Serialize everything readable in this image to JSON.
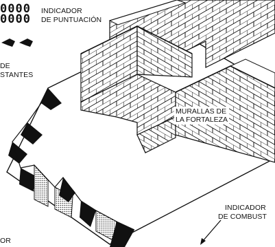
{
  "score": {
    "digits_row1": "0000",
    "digits_row2": "0000",
    "label_line1": "INDICADOR",
    "label_line2": "DE PUNTUACIÓN"
  },
  "lives": {
    "label_line1": "DE",
    "label_line2": "STANTES",
    "ship_icons": [
      "ship-icon",
      "ship-icon"
    ]
  },
  "walls": {
    "label_line1": "MURALLAS DE",
    "label_line2": "LA FORTALEZA"
  },
  "fuel": {
    "label_line1": "INDICADOR",
    "label_line2": "DE COMBUST"
  },
  "bottom_left": {
    "label": "OR"
  },
  "colors": {
    "ink": "#111111",
    "paper": "#ffffff",
    "shade": "#888888"
  }
}
